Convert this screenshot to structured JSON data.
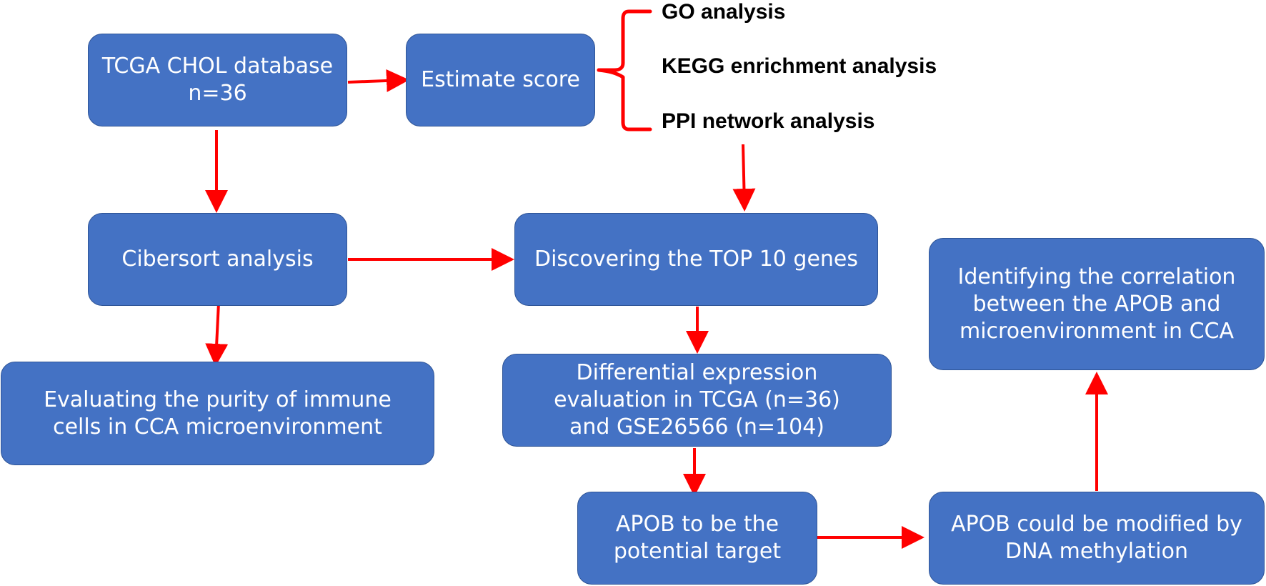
{
  "colors": {
    "box_fill": "#4472c4",
    "box_border": "#2f5597",
    "box_text": "#ffffff",
    "arrow": "#ff0000",
    "label_text": "#000000"
  },
  "boxes": {
    "tcga": "TCGA CHOL database\nn=36",
    "estimate": "Estimate score",
    "cibersort": "Cibersort analysis",
    "purity": "Evaluating the purity of immune\ncells in CCA microenvironment",
    "top10": "Discovering the TOP 10 genes",
    "differential": "Differential expression\nevaluation in TCGA (n=36)\nand GSE26566 (n=104)",
    "apob_target": "APOB to be the\npotential target",
    "methylation": "APOB could be modified by\nDNA methylation",
    "correlation": "Identifying the correlation\nbetween the APOB and\nmicroenvironment in CCA"
  },
  "analyses": [
    "GO analysis",
    "KEGG enrichment analysis",
    "PPI network analysis"
  ]
}
